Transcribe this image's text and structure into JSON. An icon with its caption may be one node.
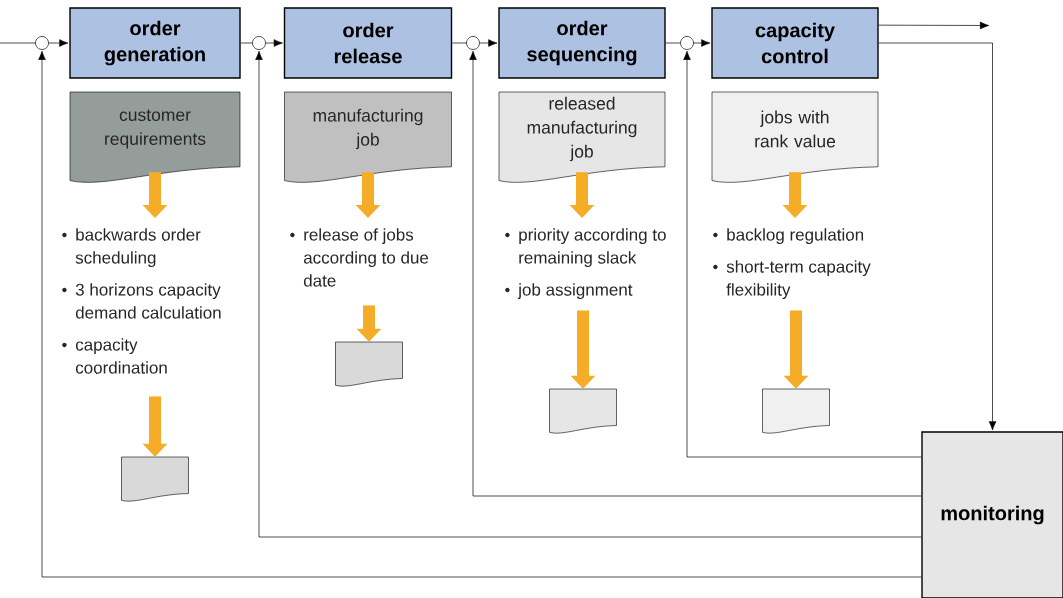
{
  "diagram": {
    "nodes": [
      {
        "text": [
          "order generation"
        ]
      },
      {
        "text": [
          "order release"
        ]
      },
      {
        "text": [
          "order sequencing"
        ]
      },
      {
        "text": [
          "capacity control"
        ]
      },
      {
        "text": [
          "monitoring"
        ]
      },
      {
        "text": [],
        "shape": "circle"
      },
      {
        "text": [],
        "shape": "circle"
      },
      {
        "text": [],
        "shape": "circle"
      },
      {
        "text": [],
        "shape": "circle"
      },
      {
        "text": [
          "customer requirements"
        ]
      },
      {
        "text": [
          "manufacturing job"
        ]
      },
      {
        "text": [
          "released manufacturing job"
        ]
      },
      {
        "text": [
          "jobs with rank value"
        ]
      },
      {
        "text": [
          "backwards order scheduling",
          "3 horizons capacity demand calculation",
          "capacity coordination"
        ]
      },
      {
        "text": [
          "release of jobs according to due date"
        ]
      },
      {
        "text": [
          "priority according to remaining slack",
          "job assignment"
        ]
      },
      {
        "text": [
          "backlog regulation",
          "short-term capacity flexibility"
        ]
      },
      {
        "text": [],
        "shape": "document"
      },
      {
        "text": [],
        "shape": "document"
      },
      {
        "text": [],
        "shape": "document"
      },
      {
        "text": [],
        "shape": "document"
      }
    ],
    "edges": [
      {
        "from": null,
        "to": 5,
        "arrow": "none"
      },
      {
        "from": 5,
        "to": 0,
        "arrow": "to"
      },
      {
        "from": 0,
        "to": 6,
        "arrow": "none"
      },
      {
        "from": 6,
        "to": 1,
        "arrow": "to"
      },
      {
        "from": 1,
        "to": 7,
        "arrow": "none"
      },
      {
        "from": 7,
        "to": 2,
        "arrow": "to"
      },
      {
        "from": 2,
        "to": 8,
        "arrow": "none"
      },
      {
        "from": 8,
        "to": 3,
        "arrow": "to"
      },
      {
        "from": 3,
        "to": null,
        "arrow": "to"
      },
      {
        "from": 3,
        "to": 4,
        "arrow": "to"
      },
      {
        "from": 4,
        "to": 8,
        "arrow": "to"
      },
      {
        "from": 4,
        "to": 7,
        "arrow": "to"
      },
      {
        "from": 4,
        "to": 6,
        "arrow": "to"
      },
      {
        "from": 4,
        "to": 5,
        "arrow": "to"
      },
      {
        "from": 9,
        "to": 13,
        "arrow": "to",
        "style": "thick",
        "color": "#f5ac27"
      },
      {
        "from": 10,
        "to": 14,
        "arrow": "to",
        "style": "thick",
        "color": "#f5ac27"
      },
      {
        "from": 11,
        "to": 15,
        "arrow": "to",
        "style": "thick",
        "color": "#f5ac27"
      },
      {
        "from": 12,
        "to": 16,
        "arrow": "to",
        "style": "thick",
        "color": "#f5ac27"
      },
      {
        "from": 13,
        "to": 17,
        "arrow": "to",
        "style": "thick",
        "color": "#f5ac27"
      },
      {
        "from": 14,
        "to": 18,
        "arrow": "to",
        "style": "thick",
        "color": "#f5ac27"
      },
      {
        "from": 15,
        "to": 19,
        "arrow": "to",
        "style": "thick",
        "color": "#f5ac27"
      },
      {
        "from": 16,
        "to": 20,
        "arrow": "to",
        "style": "thick",
        "color": "#f5ac27"
      }
    ]
  }
}
